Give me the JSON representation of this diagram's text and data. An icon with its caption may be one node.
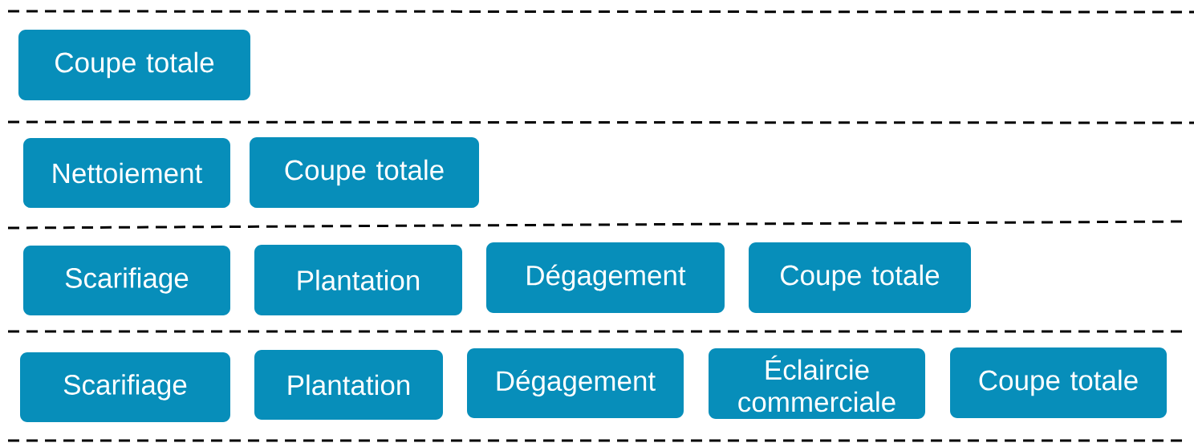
{
  "diagram": {
    "nodes": [
      {
        "text": [
          "Coupe totale"
        ]
      },
      {
        "text": [
          "Nettoiement"
        ]
      },
      {
        "text": [
          "Coupe totale"
        ]
      },
      {
        "text": [
          "Scarifiage"
        ]
      },
      {
        "text": [
          "Plantation"
        ]
      },
      {
        "text": [
          "Dégagement"
        ]
      },
      {
        "text": [
          "Coupe totale"
        ]
      },
      {
        "text": [
          "Scarifiage"
        ]
      },
      {
        "text": [
          "Plantation"
        ]
      },
      {
        "text": [
          "Dégagement"
        ]
      },
      {
        "text": [
          "Éclaircie commerciale"
        ]
      },
      {
        "text": [
          "Coupe totale"
        ]
      }
    ]
  }
}
